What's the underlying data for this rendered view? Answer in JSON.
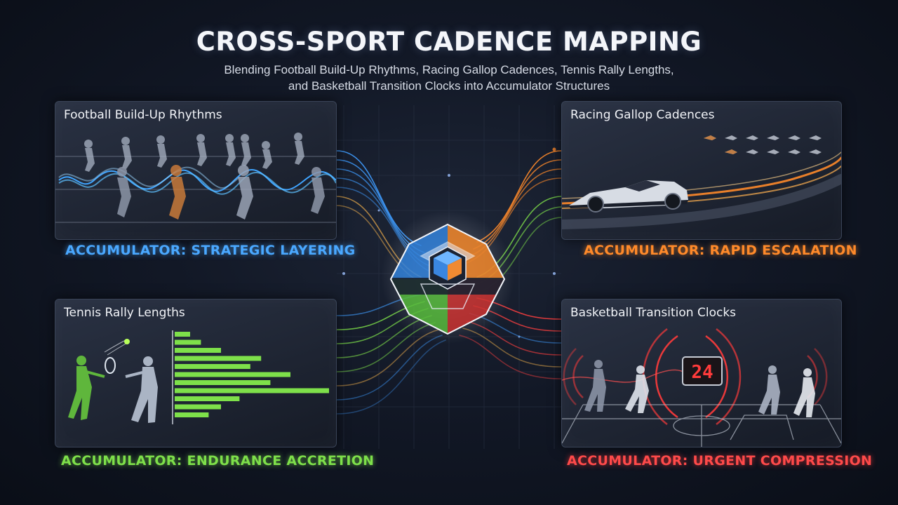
{
  "header": {
    "title": "CROSS-SPORT CADENCE MAPPING",
    "subtitle_line1": "Blending Football Build-Up Rhythms, Racing Gallop Cadences, Tennis Rally Lengths,",
    "subtitle_line2": "and Basketball Transition Clocks into Accumulator Structures"
  },
  "panels": {
    "football": {
      "title": "Football Build-Up Rhythms",
      "accumulator": "ACCUMULATOR: STRATEGIC LAYERING",
      "color": "#4aa8ff",
      "icon": "football-players-icon"
    },
    "racing": {
      "title": "Racing Gallop Cadences",
      "accumulator": "ACCUMULATOR: RAPID ESCALATION",
      "color": "#ff8a2a",
      "icon": "race-car-icon"
    },
    "tennis": {
      "title": "Tennis Rally Lengths",
      "accumulator": "ACCUMULATOR: ENDURANCE ACCRETION",
      "color": "#7ee04a",
      "icon": "tennis-players-icon"
    },
    "basketball": {
      "title": "Basketball Transition Clocks",
      "accumulator": "ACCUMULATOR: URGENT COMPRESSION",
      "color": "#ff3b3b",
      "icon": "shot-clock-icon",
      "shot_clock": "24"
    }
  },
  "tennis_rally_bars": [
    0.1,
    0.17,
    0.3,
    0.56,
    0.49,
    0.75,
    0.62,
    1.0,
    0.42,
    0.3,
    0.22
  ],
  "core": {
    "icon": "accumulator-cube-icon"
  }
}
